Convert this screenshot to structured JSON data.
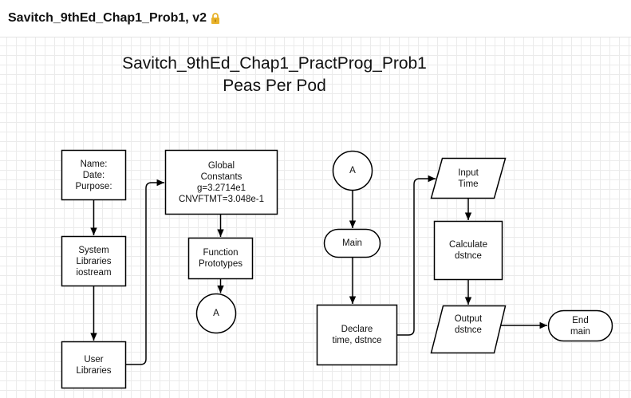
{
  "header": {
    "title": "Savitch_9thEd_Chap1_Prob1, v2",
    "lock_color": "#e8b22a"
  },
  "diagram": {
    "title_line1": "Savitch_9thEd_Chap1_PractProg_Prob1",
    "title_line2": "Peas Per Pod",
    "nodes": {
      "name_date_purpose": [
        "Name:",
        "Date:",
        "Purpose:"
      ],
      "system_libraries": [
        "System",
        "Libraries",
        "iostream"
      ],
      "user_libraries": [
        "User",
        "Libraries"
      ],
      "global_constants": [
        "Global",
        "Constants",
        "g=3.2714e1",
        "CNVFTMT=3.048e-1"
      ],
      "function_prototypes": [
        "Function",
        "Prototypes"
      ],
      "connector_a_left": "A",
      "connector_a_right": "A",
      "main": "Main",
      "declare": [
        "Declare",
        "time, dstnce"
      ],
      "input": [
        "Input",
        "Time"
      ],
      "calculate": [
        "Calculate",
        "dstnce"
      ],
      "output": [
        "Output",
        "dstnce"
      ],
      "end_main": [
        "End",
        "main"
      ]
    }
  }
}
